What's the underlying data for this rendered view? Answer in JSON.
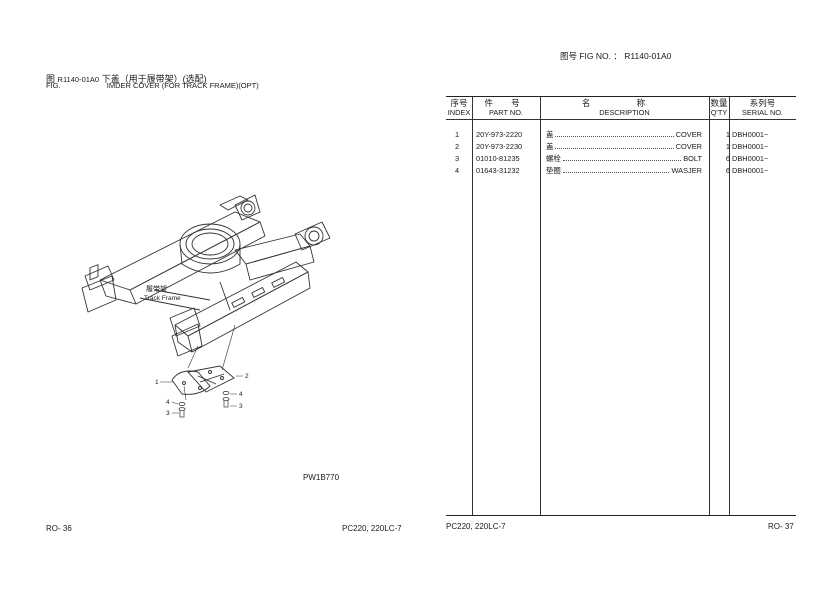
{
  "header": {
    "fig_ref_prefix": "图号 FIG NO. ：",
    "fig_ref_code": "R1140-01A0"
  },
  "left_title": {
    "zh_label": "图",
    "fig_label": "FIG.",
    "code": "R1140-01A0",
    "zh_title": "下盖（用于履带架）(选配)",
    "en_title": "IMDER COVER (FOR TRACK FRAME)(OPT)"
  },
  "drawing": {
    "frame_label_zh": "履带架",
    "frame_label_en": "Track Frame",
    "callouts": [
      "1",
      "2",
      "3",
      "4",
      "3",
      "4"
    ],
    "reference_code": "PW1B770"
  },
  "table": {
    "columns": [
      {
        "zh": "序号",
        "en": "INDEX"
      },
      {
        "zh": "件 号",
        "en": "PART NO."
      },
      {
        "zh": "名 称",
        "en": "DESCRIPTION"
      },
      {
        "zh": "数量",
        "en": "Q'TY"
      },
      {
        "zh": "系列号",
        "en": "SERIAL NO."
      }
    ],
    "rows": [
      {
        "index": "1",
        "part_no": "20Y-973-2220",
        "desc_zh": "盖",
        "desc_en": "COVER",
        "qty": "1",
        "serial": "DBH0001~"
      },
      {
        "index": "2",
        "part_no": "20Y-973-2230",
        "desc_zh": "盖",
        "desc_en": "COVER",
        "qty": "1",
        "serial": "DBH0001~"
      },
      {
        "index": "3",
        "part_no": "01010-81235",
        "desc_zh": "螺栓",
        "desc_en": "BOLT",
        "qty": "6",
        "serial": "DBH0001~"
      },
      {
        "index": "4",
        "part_no": "01643-31232",
        "desc_zh": "垫圈",
        "desc_en": "WASJER",
        "qty": "6",
        "serial": "DBH0001~"
      }
    ]
  },
  "footer": {
    "left_page": "RO- 36",
    "left_model": "PC220, 220LC-7",
    "right_model": "PC220, 220LC-7",
    "right_page": "RO- 37"
  }
}
